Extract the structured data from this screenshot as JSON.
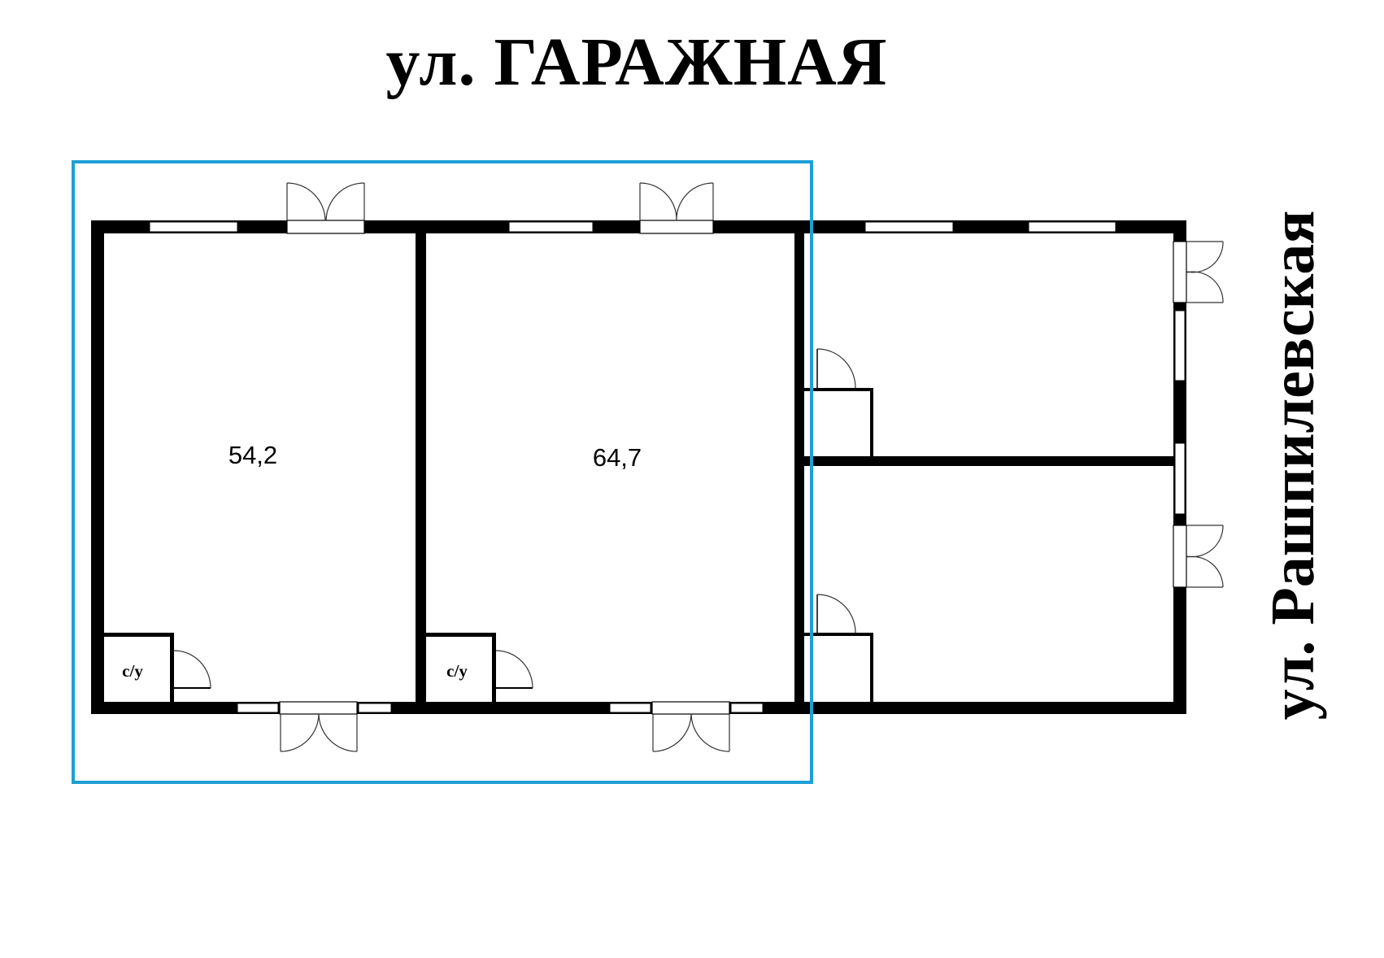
{
  "streets": {
    "top": "ул. ГАРАЖНАЯ",
    "side": "ул. Рашпилевская"
  },
  "rooms": [
    {
      "id": "room-1",
      "area": "54,2"
    },
    {
      "id": "room-2",
      "area": "64,7"
    }
  ],
  "wc_labels": [
    "с/у",
    "с/у"
  ],
  "highlight": {
    "color": "#1e9fd6"
  },
  "colors": {
    "wall": "#000000",
    "background": "#ffffff"
  }
}
